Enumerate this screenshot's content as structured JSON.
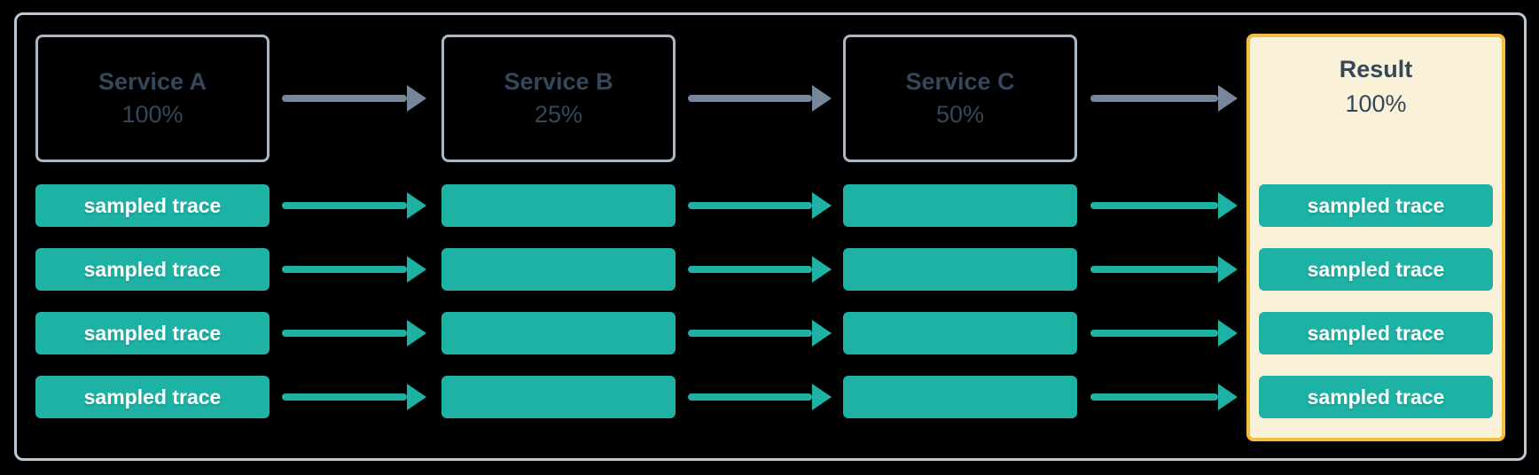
{
  "diagram": {
    "trace_rows": 4,
    "trace_label": "sampled trace",
    "columns": [
      {
        "id": "service-a",
        "title": "Service A",
        "rate": "100%",
        "type": "service"
      },
      {
        "id": "service-b",
        "title": "Service B",
        "rate": "25%",
        "type": "service"
      },
      {
        "id": "service-c",
        "title": "Service C",
        "rate": "50%",
        "type": "service"
      },
      {
        "id": "result",
        "title": "Result",
        "rate": "100%",
        "type": "result"
      }
    ]
  },
  "colors": {
    "teal": "#1eb2a4",
    "arrow_gray": "#76879a",
    "frame_border": "#bcc8d5",
    "service_border": "#aab7c6",
    "result_bg": "#faf1d9",
    "result_border": "#f5be41",
    "dark_text": "#35475a",
    "trace_text": "#ffffff"
  }
}
